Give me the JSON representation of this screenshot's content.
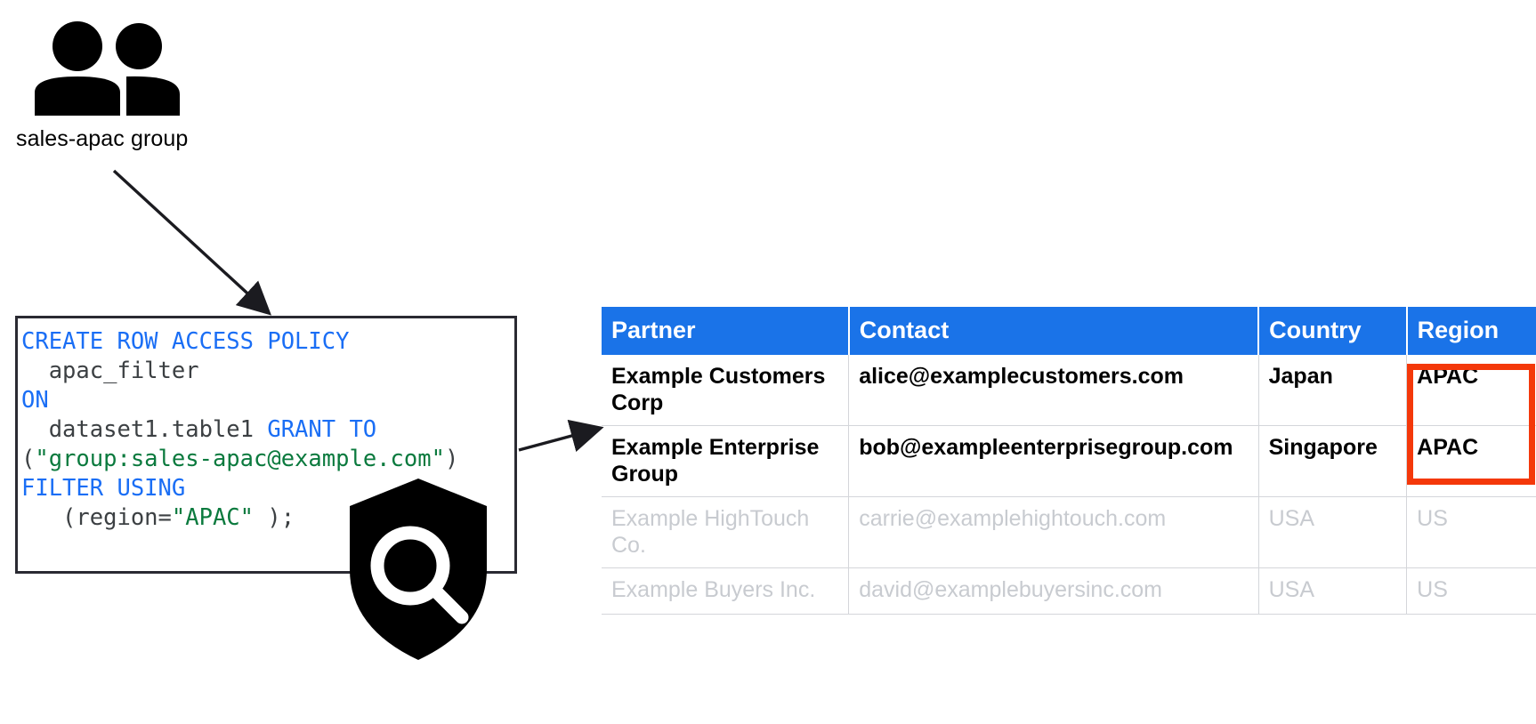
{
  "diagram": {
    "title": "BigQuery row access policy diagram",
    "accent_blue": "#1a73e8",
    "code_keyword_color": "#1a6ef5",
    "code_string_color": "#0b7a3e",
    "highlight_color": "#f4380a",
    "muted_text_color": "#c8cbd0"
  },
  "group_node": {
    "icon": "people-group-icon",
    "label": "sales-apac group"
  },
  "shield_node": {
    "icon": "shield-search-icon",
    "label": ""
  },
  "code_block": {
    "icon": "sql-code-box",
    "lines": [
      [
        {
          "t": "CREATE ROW ACCESS POLICY",
          "c": "kw"
        }
      ],
      [
        {
          "t": "  apac_filter",
          "c": "pln"
        }
      ],
      [
        {
          "t": "ON",
          "c": "kw"
        }
      ],
      [
        {
          "t": "  dataset1.table1 ",
          "c": "pln"
        },
        {
          "t": "GRANT TO",
          "c": "kw"
        }
      ],
      [
        {
          "t": "(",
          "c": "pln"
        },
        {
          "t": "\"group:sales-apac@example.com\"",
          "c": "str"
        },
        {
          "t": ")",
          "c": "pln"
        }
      ],
      [
        {
          "t": "FILTER USING",
          "c": "kw"
        }
      ],
      [
        {
          "t": "   (region=",
          "c": "pln"
        },
        {
          "t": "\"APAC\"",
          "c": "str"
        },
        {
          "t": " );",
          "c": "pln"
        }
      ]
    ],
    "plain_text": "CREATE ROW ACCESS POLICY\n  apac_filter\nON\n  dataset1.table1 GRANT TO\n(\"group:sales-apac@example.com\")\nFILTER USING\n   (region=\"APAC\" );"
  },
  "table": {
    "columns": [
      "Partner",
      "Contact",
      "Country",
      "Region"
    ],
    "rows": [
      {
        "state": "visible",
        "cells": [
          "Example Customers Corp",
          "alice@examplecustomers.com",
          "Japan",
          "APAC"
        ]
      },
      {
        "state": "visible",
        "cells": [
          "Example Enterprise Group",
          "bob@exampleenterprisegroup.com",
          "Singapore",
          "APAC"
        ]
      },
      {
        "state": "filtered",
        "cells": [
          "Example HighTouch Co.",
          "carrie@examplehightouch.com",
          "USA",
          "US"
        ]
      },
      {
        "state": "filtered",
        "cells": [
          "Example Buyers Inc.",
          "david@examplebuyersinc.com",
          "USA",
          "US"
        ]
      }
    ]
  },
  "arrows": [
    {
      "name": "group-to-policy-arrow",
      "from": "sales-apac group",
      "to": "code block"
    },
    {
      "name": "policy-to-table-arrow",
      "from": "code block",
      "to": "partner table"
    }
  ]
}
